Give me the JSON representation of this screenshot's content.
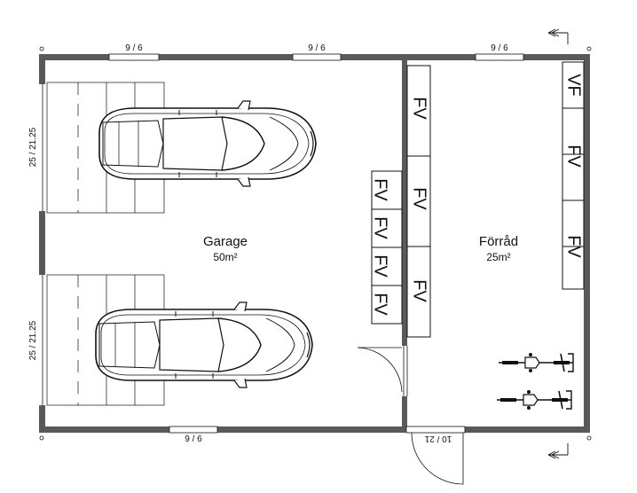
{
  "plan": {
    "rooms": [
      {
        "name": "Garage",
        "area": "50m²"
      },
      {
        "name": "Förråd",
        "area": "25m²"
      }
    ],
    "dimensions": {
      "window_top_left": "9 / 6",
      "window_top_middle": "9 / 6",
      "window_top_right": "9 / 6",
      "window_bottom": "9 / 6",
      "door_bottom": "10 / 21",
      "garage_door_upper": "25 / 21.25",
      "garage_door_lower": "25 / 21.25"
    },
    "shelf_label": "FV",
    "shelf_label_alt": "VF",
    "colors": {
      "wall": "#595959",
      "line": "#111111",
      "fill": "#ffffff"
    }
  }
}
